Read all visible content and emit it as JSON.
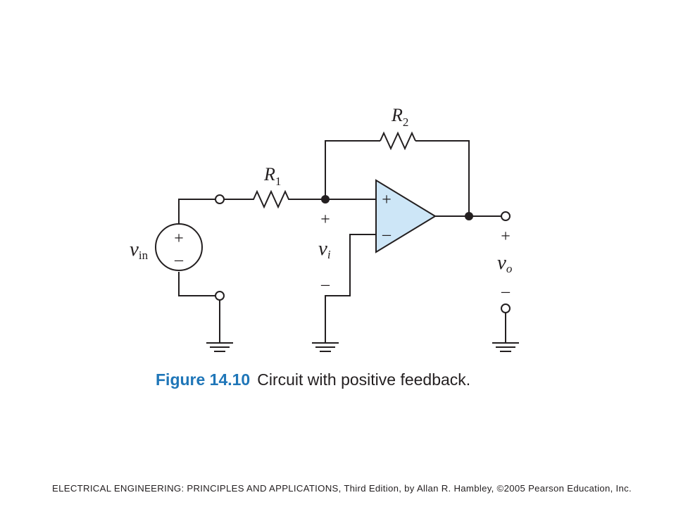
{
  "figure": {
    "label": "Figure 14.10",
    "caption": "Circuit with positive feedback."
  },
  "footer": "ELECTRICAL ENGINEERING: PRINCIPLES AND APPLICATIONS, Third Edition, by Allan R. Hambley, ©2005 Pearson Education, Inc.",
  "circuit": {
    "r1_sym": "R",
    "r1_sub": "1",
    "r2_sym": "R",
    "r2_sub": "2",
    "vin_sym": "v",
    "vin_sub": "in",
    "vi_sym": "v",
    "vi_sub": "i",
    "vo_sym": "v",
    "vo_sub": "o",
    "plus": "+",
    "minus": "–"
  },
  "colors": {
    "opamp_fill": "#cde6f7",
    "line": "#231f20",
    "caption_label": "#1f76b8"
  }
}
